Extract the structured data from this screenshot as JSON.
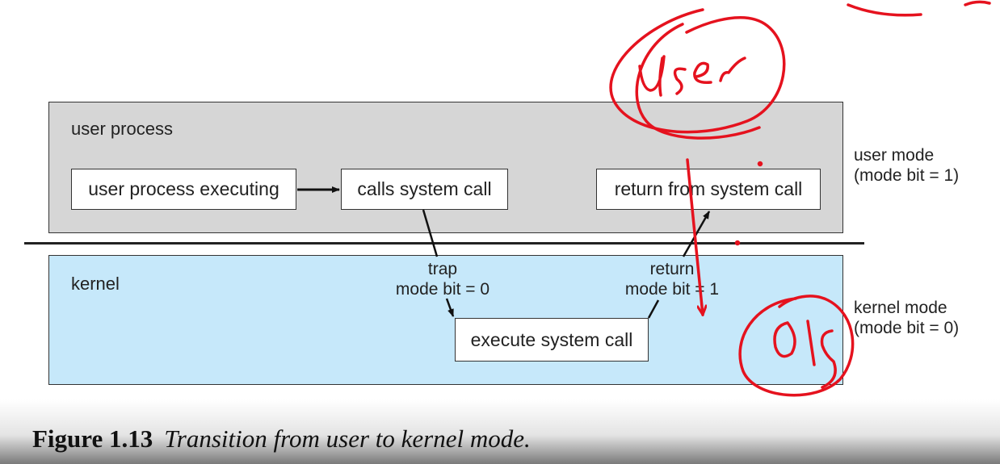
{
  "user_region": {
    "label": "user process"
  },
  "kernel_region": {
    "label": "kernel"
  },
  "boxes": {
    "user_process_executing": "user process executing",
    "calls_system_call": "calls system call",
    "return_from_system_call": "return from system call",
    "execute_system_call": "execute system call"
  },
  "mode_labels": {
    "user_mode": {
      "line1": "user mode",
      "line2": "(mode bit = 1)"
    },
    "kernel_mode": {
      "line1": "kernel mode",
      "line2": "(mode bit = 0)"
    }
  },
  "transitions": {
    "trap": {
      "line1": "trap",
      "line2": "mode bit = 0"
    },
    "return": {
      "line1": "return",
      "line2": "mode bit = 1"
    }
  },
  "annotations": {
    "user_handwriting": "User",
    "os_handwriting": "O/S"
  },
  "caption": {
    "number": "Figure 1.13",
    "text": "Transition from user to kernel mode."
  },
  "colors": {
    "user_region_fill": "#d6d6d6",
    "kernel_region_fill": "#c6e8fa",
    "annotation_ink": "#e5121e"
  }
}
